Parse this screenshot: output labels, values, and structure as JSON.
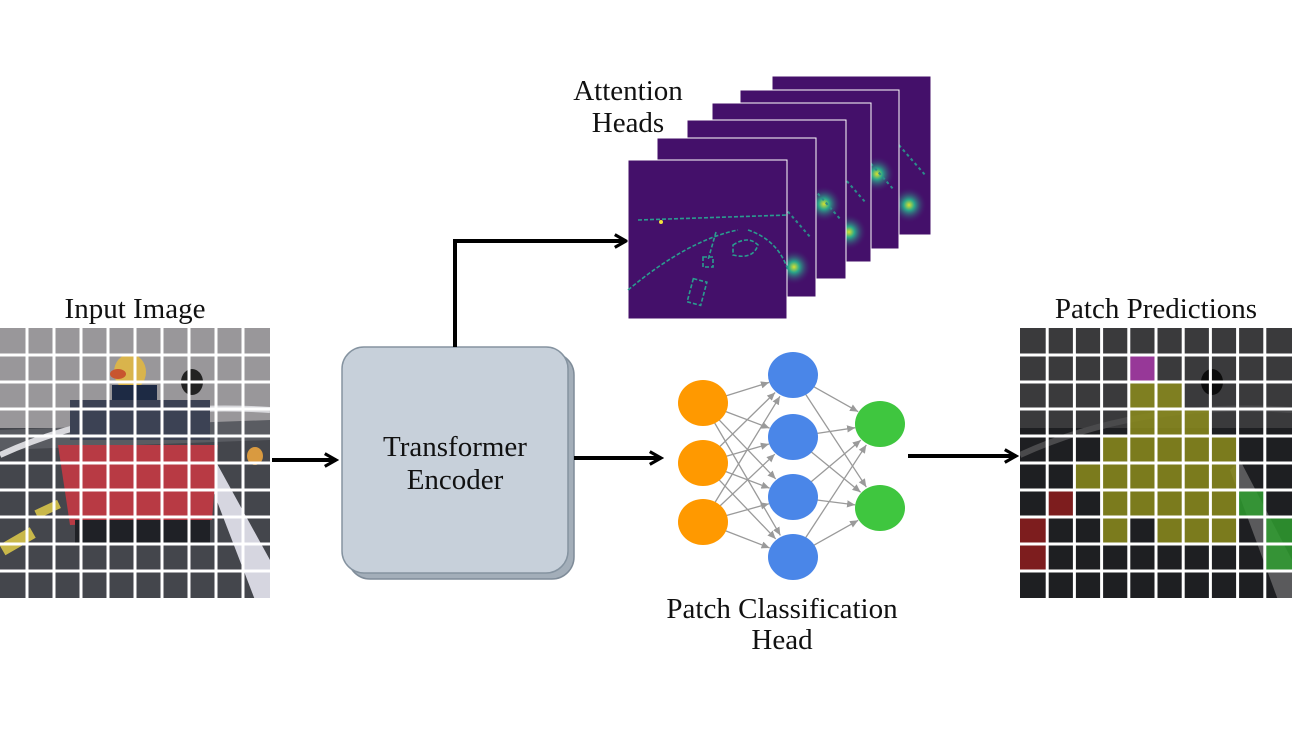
{
  "labels": {
    "input_image": "Input Image",
    "attention_heads_line1": "Attention",
    "attention_heads_line2": "Heads",
    "transformer_line1": "Transformer",
    "transformer_line2": "Encoder",
    "head_line1": "Patch Classification",
    "head_line2": "Head",
    "patch_predictions": "Patch Predictions"
  },
  "grid": {
    "rows": 10,
    "cols": 10
  },
  "attention_head_count": 6,
  "network": {
    "layers": [
      3,
      4,
      2
    ],
    "layer_colors": [
      "#ff9900",
      "#4a86e8",
      "#3fc63f"
    ]
  },
  "encoder_colors": {
    "fill": "#c7d0da",
    "stroke": "#8593a0"
  },
  "class_colors": {
    "0": "none",
    "1": "#a838a8",
    "2": "#8c8c1c",
    "3": "#8e1d1d",
    "4": "#2f9e2f"
  },
  "patch_predictions": [
    [
      0,
      0,
      0,
      0,
      0,
      0,
      0,
      0,
      0,
      0
    ],
    [
      0,
      0,
      0,
      0,
      1,
      0,
      0,
      0,
      0,
      0
    ],
    [
      0,
      0,
      0,
      0,
      2,
      2,
      0,
      0,
      0,
      0
    ],
    [
      0,
      0,
      0,
      0,
      2,
      2,
      2,
      0,
      0,
      0
    ],
    [
      0,
      0,
      0,
      2,
      2,
      2,
      2,
      2,
      0,
      0
    ],
    [
      0,
      0,
      2,
      2,
      2,
      2,
      2,
      2,
      0,
      0
    ],
    [
      0,
      3,
      0,
      2,
      2,
      2,
      2,
      2,
      4,
      0
    ],
    [
      3,
      0,
      0,
      2,
      0,
      2,
      2,
      2,
      0,
      4
    ],
    [
      3,
      0,
      0,
      0,
      0,
      0,
      0,
      0,
      0,
      4
    ],
    [
      0,
      0,
      0,
      0,
      0,
      0,
      0,
      0,
      0,
      0
    ]
  ]
}
